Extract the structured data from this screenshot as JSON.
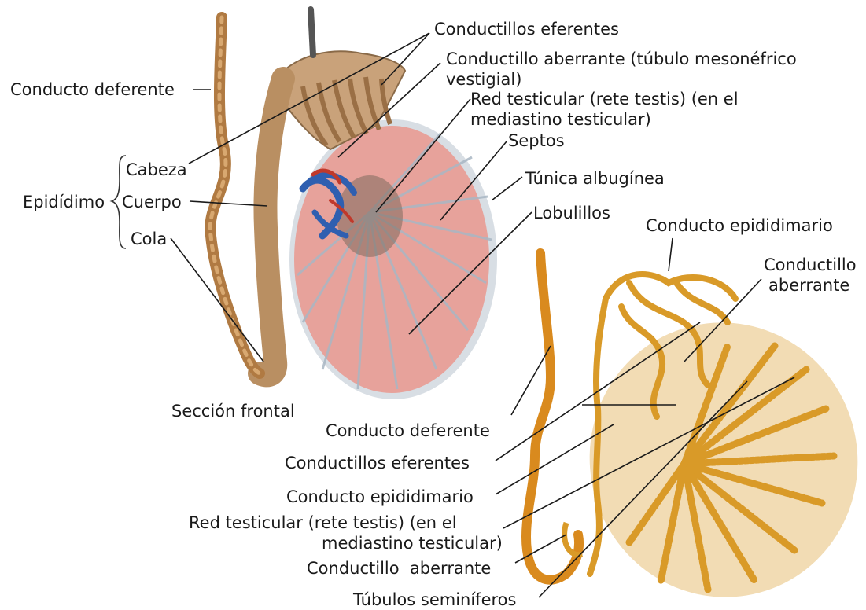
{
  "labels": {
    "conducto_deferente_top": "Conducto deferente",
    "conductillos_eferentes_top": "Conductillos eferentes",
    "conductillo_aberrante_top_1": "Conductillo aberrante (túbulo mesonéfrico",
    "conductillo_aberrante_top_2": "vestigial)",
    "red_testicular_top_1": "Red testicular (rete testis) (en el",
    "red_testicular_top_2": "mediastino testicular)",
    "septos": "Septos",
    "tunica_albuginea": "Túnica albugínea",
    "lobulillos": "Lobulillos",
    "epididimo": "Epidídimo",
    "cabeza": "Cabeza",
    "cuerpo": "Cuerpo",
    "cola": "Cola",
    "seccion_frontal": "Sección frontal",
    "conducto_epididimario_top": "Conducto epididimario",
    "conductillo_aberrante_right_1": "Conductillo",
    "conductillo_aberrante_right_2": "aberrante",
    "conducto_deferente_bottom": "Conducto deferente",
    "conductillos_eferentes_bottom": "Conductillos eferentes",
    "conducto_epididimario_bottom": "Conducto epididimario",
    "red_testicular_bottom_1": "Red testicular (rete testis) (en el",
    "red_testicular_bottom_2": "mediastino testicular)",
    "conductillo_aberrante_bottom": "Conductillo  aberrante",
    "tubulos_seminiferos": "Túbulos seminíferos"
  },
  "colors": {
    "duct": "#b88548",
    "duct_dark": "#8a5a28",
    "testis": "#e8a6a0",
    "testis_septa": "#b9c4cf",
    "albuginea": "#cfd8df",
    "vein": "#2f5fb0",
    "artery": "#c0392b",
    "tubule": "#e0a030",
    "tubule_dark": "#a06a10",
    "testis_bg": "#f2dcb4"
  }
}
